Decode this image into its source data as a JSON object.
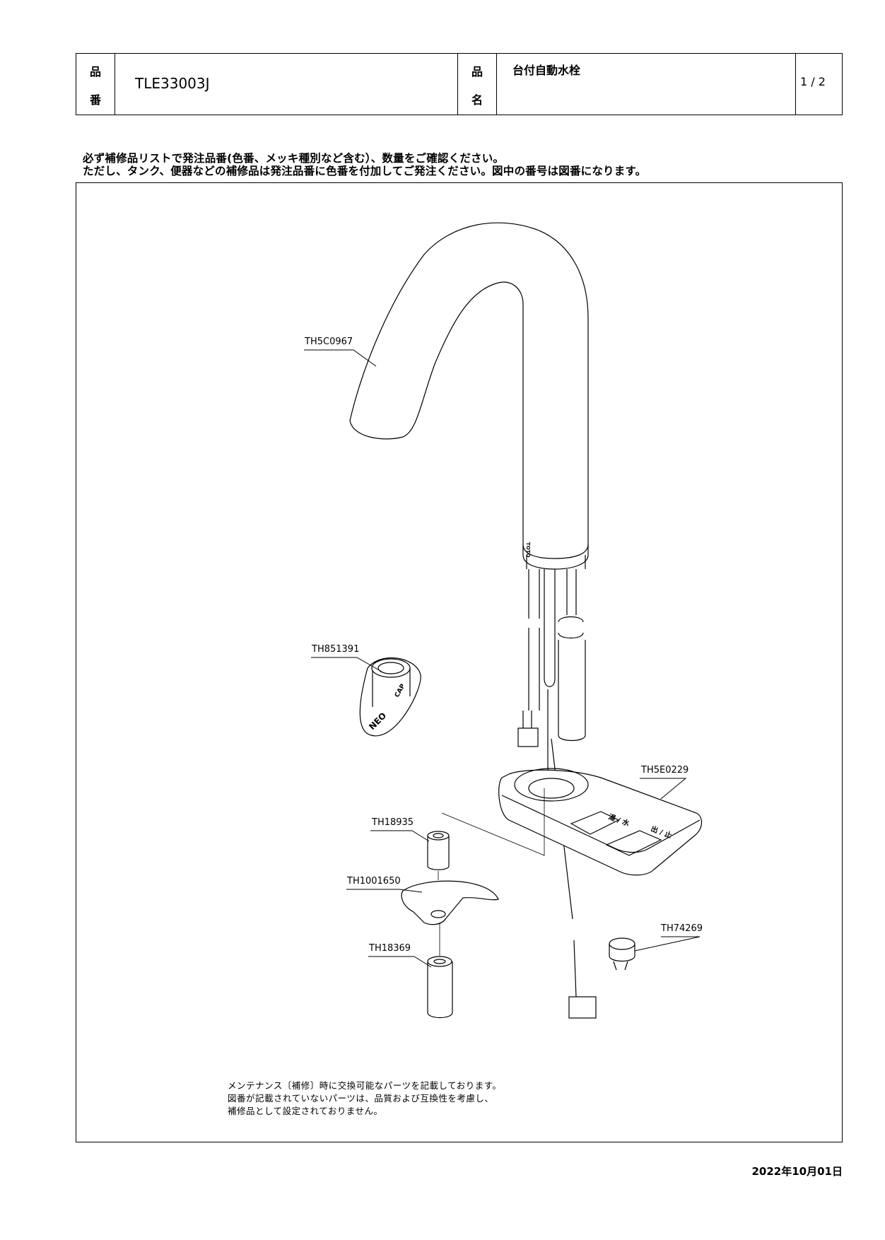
{
  "header": {
    "part_no_label_top": "品",
    "part_no_label_bottom": "番",
    "part_no": "TLE33003J",
    "name_label_top": "品",
    "name_label_bottom": "名",
    "product_name": "台付自動水栓",
    "page": "1 / 2"
  },
  "notice": {
    "line1": "必ず補修品リストで発注品番(色番、メッキ種別など含む）、数量をご確認ください。",
    "line2": "ただし、タンク、便器などの補修品は発注品番に色番を付加してご発注ください。図中の番号は図番になります。"
  },
  "parts": {
    "spout": "TH5C0967",
    "wrench": "TH851391",
    "base": "TH5E0229",
    "nut_small": "TH18935",
    "clamp_plate": "TH1001650",
    "nut_long": "TH18369",
    "clip": "TH74269"
  },
  "markings": {
    "brand": "TOTO",
    "wrench_text1": "CAP",
    "wrench_text2": "NEO",
    "button1_label": "湯 / 水",
    "button2_label": "出 / 止"
  },
  "footnote": {
    "line1": "メンテナンス〔補修〕時に交換可能なパーツを記載しております。",
    "line2": "図番が記載されていないパーツは、品質および互換性を考慮し、",
    "line3": "補修品として設定されておりません。"
  },
  "date": "2022年10月01日"
}
